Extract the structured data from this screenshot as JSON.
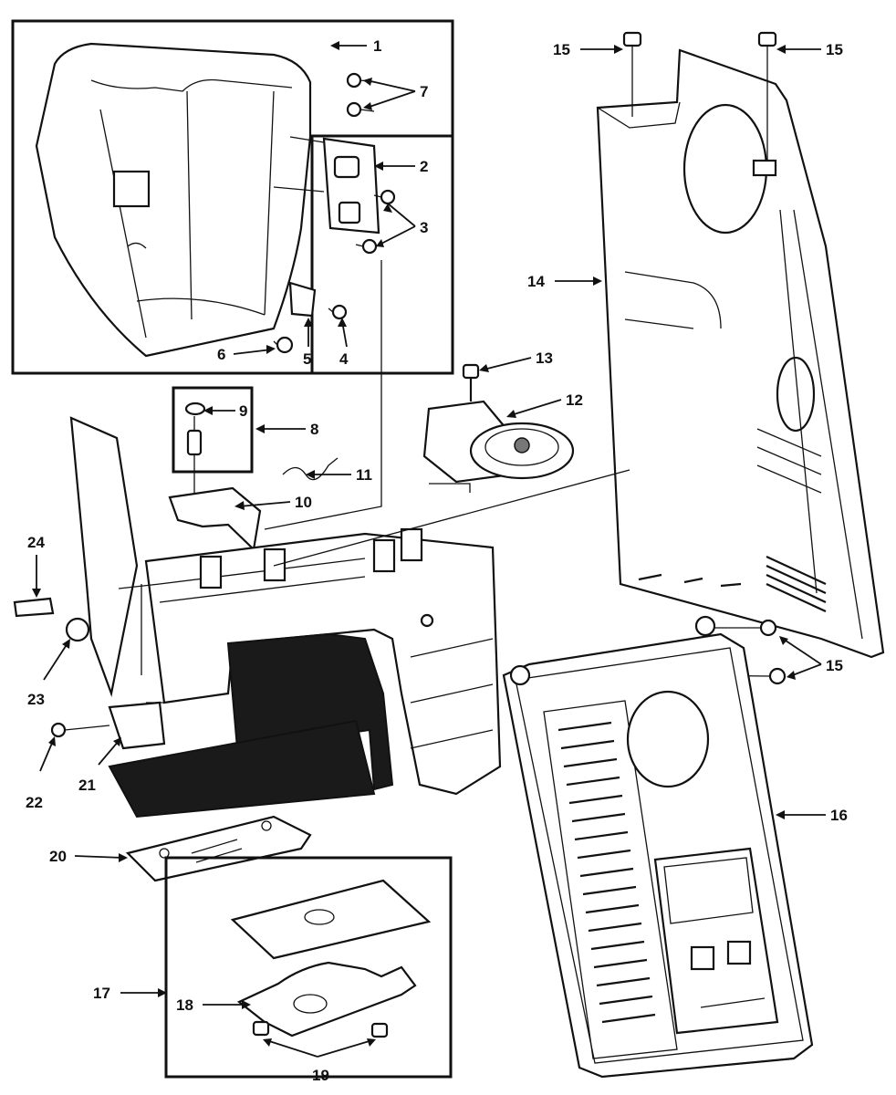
{
  "callouts": [
    {
      "id": "c1",
      "text": "1"
    },
    {
      "id": "c2",
      "text": "2"
    },
    {
      "id": "c3",
      "text": "3"
    },
    {
      "id": "c4",
      "text": "4"
    },
    {
      "id": "c5",
      "text": "5"
    },
    {
      "id": "c6",
      "text": "6"
    },
    {
      "id": "c7",
      "text": "7"
    },
    {
      "id": "c8",
      "text": "8"
    },
    {
      "id": "c9",
      "text": "9"
    },
    {
      "id": "c10",
      "text": "10"
    },
    {
      "id": "c11",
      "text": "11"
    },
    {
      "id": "c12",
      "text": "12"
    },
    {
      "id": "c13",
      "text": "13"
    },
    {
      "id": "c14",
      "text": "14"
    },
    {
      "id": "c15a",
      "text": "15"
    },
    {
      "id": "c15b",
      "text": "15"
    },
    {
      "id": "c15c",
      "text": "15"
    },
    {
      "id": "c16",
      "text": "16"
    },
    {
      "id": "c17",
      "text": "17"
    },
    {
      "id": "c18",
      "text": "18"
    },
    {
      "id": "c19",
      "text": "19"
    },
    {
      "id": "c20",
      "text": "20"
    },
    {
      "id": "c21",
      "text": "21"
    },
    {
      "id": "c22",
      "text": "22"
    },
    {
      "id": "c23",
      "text": "23"
    },
    {
      "id": "c24",
      "text": "24"
    }
  ]
}
